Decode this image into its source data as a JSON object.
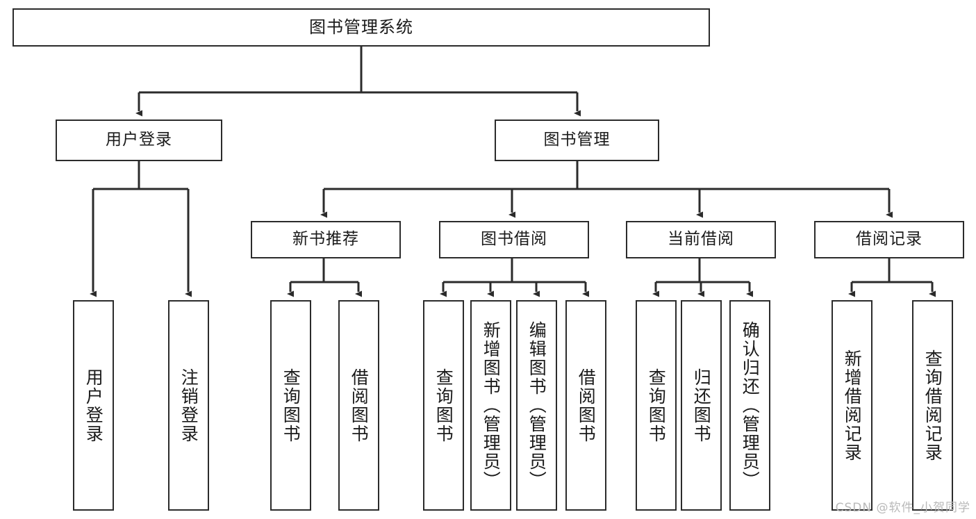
{
  "diagram": {
    "title": "图书管理系统",
    "watermark": "CSDN @软件_小贺同学",
    "stroke_color": "#2b2b2b",
    "fill_color": "#ffffff",
    "text_color": "#1a1a1a",
    "watermark_color": "#b9b9b9"
  },
  "nodes": {
    "root": {
      "label": "图书管理系统",
      "level": 1,
      "orientation": "horizontal"
    },
    "user_login": {
      "label": "用户登录",
      "level": 2,
      "orientation": "horizontal"
    },
    "book_manage": {
      "label": "图书管理",
      "level": 2,
      "orientation": "horizontal"
    },
    "new_book_rec": {
      "label": "新书推荐",
      "level": 3,
      "orientation": "horizontal"
    },
    "book_borrow": {
      "label": "图书借阅",
      "level": 3,
      "orientation": "horizontal"
    },
    "current_borrow": {
      "label": "当前借阅",
      "level": 3,
      "orientation": "horizontal"
    },
    "borrow_record": {
      "label": "借阅记录",
      "level": 3,
      "orientation": "horizontal"
    },
    "leaf_user_login": {
      "label": "用户登录",
      "level": 4,
      "orientation": "vertical"
    },
    "leaf_logout": {
      "label": "注销登录",
      "level": 4,
      "orientation": "vertical"
    },
    "leaf_query_book_1": {
      "label": "查询图书",
      "level": 4,
      "orientation": "vertical"
    },
    "leaf_borrow_book_1": {
      "label": "借阅图书",
      "level": 4,
      "orientation": "vertical"
    },
    "leaf_query_book_2": {
      "label": "查询图书",
      "level": 4,
      "orientation": "vertical"
    },
    "leaf_add_book": {
      "label": "新增图书（管理员）",
      "level": 4,
      "orientation": "vertical"
    },
    "leaf_edit_book": {
      "label": "编辑图书（管理员）",
      "level": 4,
      "orientation": "vertical"
    },
    "leaf_borrow_book_2": {
      "label": "借阅图书",
      "level": 4,
      "orientation": "vertical"
    },
    "leaf_query_book_3": {
      "label": "查询图书",
      "level": 4,
      "orientation": "vertical"
    },
    "leaf_return_book": {
      "label": "归还图书",
      "level": 4,
      "orientation": "vertical"
    },
    "leaf_confirm_return": {
      "label": "确认归还（管理员）",
      "level": 4,
      "orientation": "vertical"
    },
    "leaf_add_record": {
      "label": "新增借阅记录",
      "level": 4,
      "orientation": "vertical"
    },
    "leaf_query_record": {
      "label": "查询借阅记录",
      "level": 4,
      "orientation": "vertical"
    }
  },
  "hierarchy": {
    "root_children": [
      "用户登录",
      "图书管理"
    ],
    "user_login_children": [
      "用户登录",
      "注销登录"
    ],
    "book_manage_children": [
      "新书推荐",
      "图书借阅",
      "当前借阅",
      "借阅记录"
    ],
    "new_book_rec_children": [
      "查询图书",
      "借阅图书"
    ],
    "book_borrow_children": [
      "查询图书",
      "新增图书（管理员）",
      "编辑图书（管理员）",
      "借阅图书"
    ],
    "current_borrow_children": [
      "查询图书",
      "归还图书",
      "确认归还（管理员）"
    ],
    "borrow_record_children": [
      "新增借阅记录",
      "查询借阅记录"
    ]
  }
}
